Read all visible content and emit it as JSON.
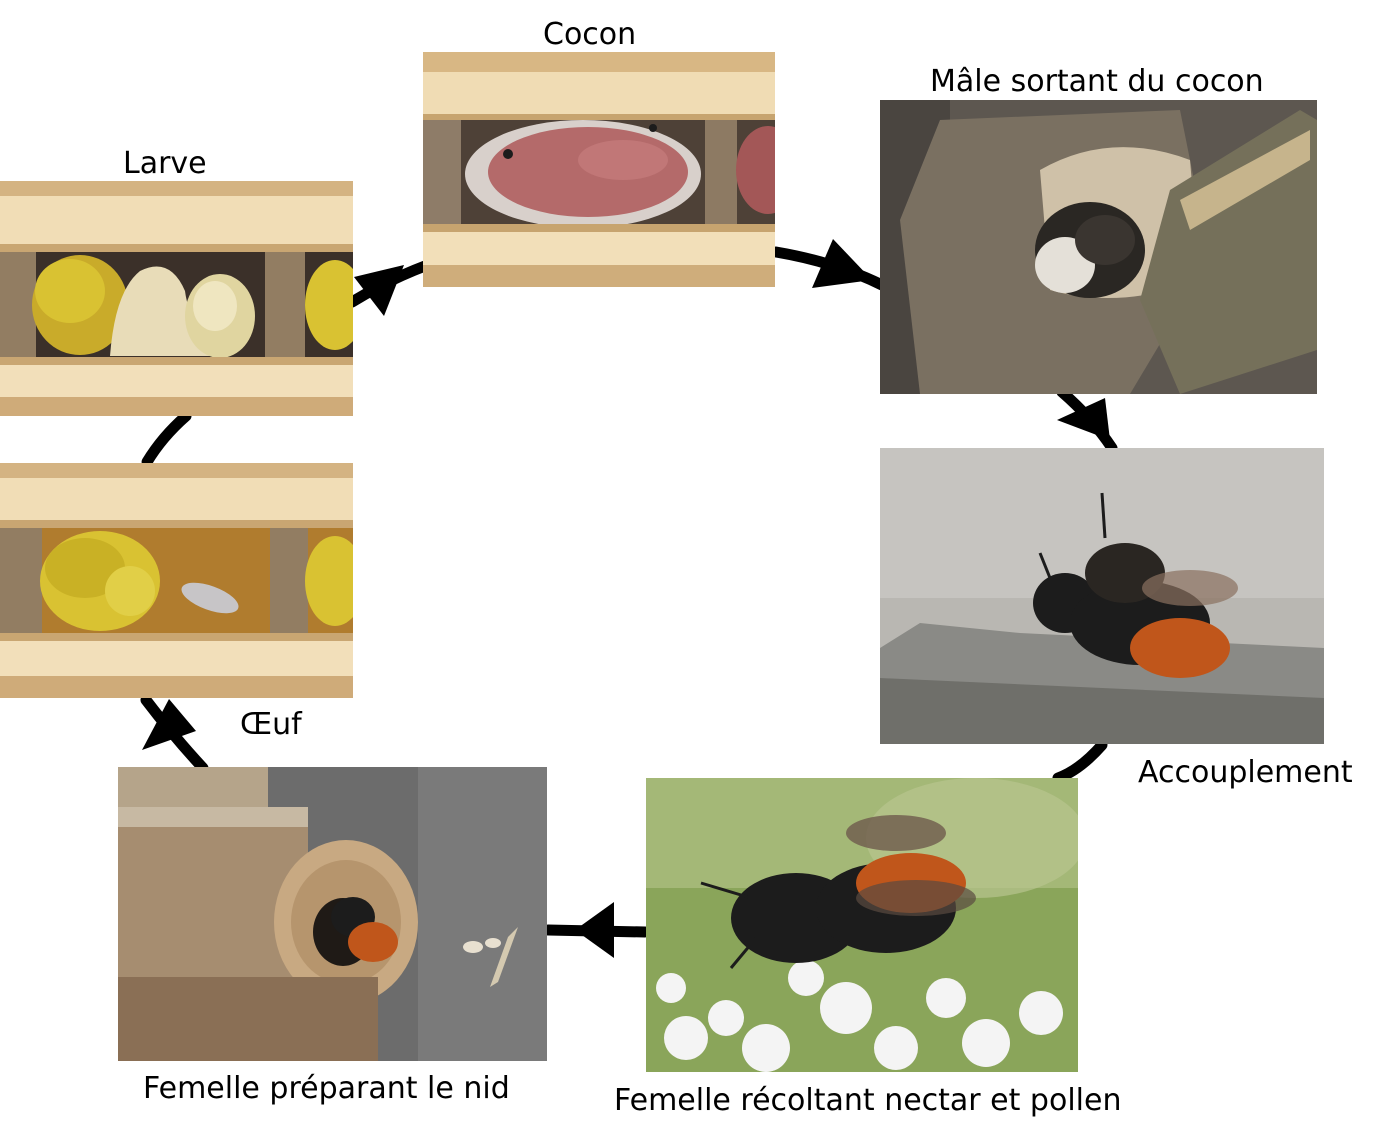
{
  "diagram": {
    "type": "life-cycle",
    "stages": [
      {
        "id": "cocoon",
        "label": "Cocon"
      },
      {
        "id": "male-emerging",
        "label": "Mâle sortant du cocon"
      },
      {
        "id": "mating",
        "label": "Accouplement"
      },
      {
        "id": "female-foraging",
        "label": "Femelle récoltant nectar et pollen"
      },
      {
        "id": "female-nesting",
        "label": "Femelle préparant le nid"
      },
      {
        "id": "egg",
        "label": "Œuf"
      },
      {
        "id": "larva",
        "label": "Larve"
      }
    ],
    "colors": {
      "cycle_line": "#000000",
      "wood": "#e2c79a",
      "pollen": "#d9c232",
      "mud": "#a08a6a",
      "cocoon_silk": "#b46a6a",
      "bee_body": "#1c1c1c",
      "bee_hair_orange": "#c0561b",
      "foliage": "#8aa55a",
      "flowers": "#f4f4f4",
      "bark": "#6f6658",
      "stone": "#8a8a86"
    }
  }
}
